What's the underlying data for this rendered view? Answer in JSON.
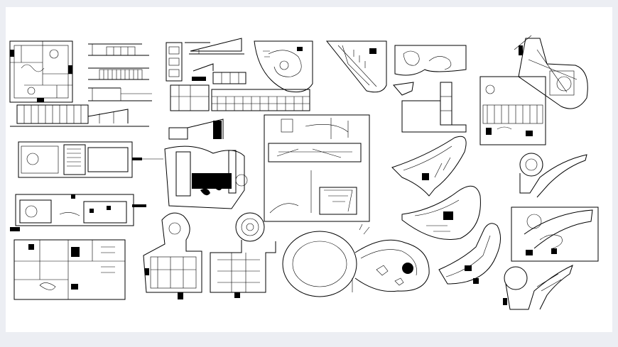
{
  "sheet": {
    "background_color": "#eceef3",
    "paper_color": "#ffffff",
    "ink_color": "#000000"
  },
  "drawings": [
    {
      "id": "plan-square-villa",
      "kind": "floor-plan"
    },
    {
      "id": "elevations-pavilion",
      "kind": "elevation"
    },
    {
      "id": "section-tall-block",
      "kind": "section"
    },
    {
      "id": "elevation-sloped-roof",
      "kind": "elevation"
    },
    {
      "id": "plan-curved-wedge-a",
      "kind": "floor-plan"
    },
    {
      "id": "plan-curved-wedge-b",
      "kind": "floor-plan"
    },
    {
      "id": "plan-free-form-c",
      "kind": "floor-plan"
    },
    {
      "id": "plan-rotated-curved",
      "kind": "floor-plan"
    },
    {
      "id": "elevation-long-low",
      "kind": "elevation"
    },
    {
      "id": "plan-long-rectangular",
      "kind": "floor-plan"
    },
    {
      "id": "site-plan-garden",
      "kind": "site-plan"
    },
    {
      "id": "site-plan-large-square",
      "kind": "site-plan"
    },
    {
      "id": "plan-organic-wing-a",
      "kind": "floor-plan"
    },
    {
      "id": "plan-organic-wing-b",
      "kind": "floor-plan"
    },
    {
      "id": "plan-hook-shape",
      "kind": "floor-plan"
    },
    {
      "id": "plan-rect-with-garden",
      "kind": "floor-plan"
    },
    {
      "id": "plan-grid-villa",
      "kind": "floor-plan"
    },
    {
      "id": "plan-round-tower-a",
      "kind": "floor-plan"
    },
    {
      "id": "plan-round-tower-b",
      "kind": "floor-plan"
    },
    {
      "id": "plan-circular-complex",
      "kind": "floor-plan"
    },
    {
      "id": "plan-serpentine-a",
      "kind": "floor-plan"
    },
    {
      "id": "plan-serpentine-b",
      "kind": "floor-plan"
    }
  ]
}
